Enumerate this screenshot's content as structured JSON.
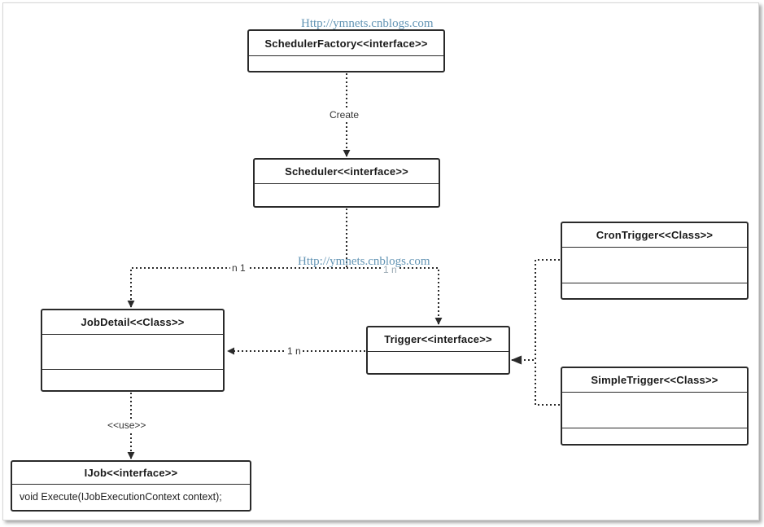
{
  "classes": {
    "scheduler_factory": {
      "title": "SchedulerFactory<<interface>>"
    },
    "scheduler": {
      "title": "Scheduler<<interface>>"
    },
    "job_detail": {
      "title": "JobDetail<<Class>>"
    },
    "trigger": {
      "title": "Trigger<<interface>>"
    },
    "cron_trigger": {
      "title": "CronTrigger<<Class>>"
    },
    "simple_trigger": {
      "title": "SimpleTrigger<<Class>>"
    },
    "ijob": {
      "title": "IJob<<interface>>",
      "method": "void Execute(IJobExecutionContext context);"
    }
  },
  "edges": {
    "factory_to_scheduler": "Create",
    "scheduler_to_jobdetail": "n 1",
    "scheduler_to_trigger": "1 n",
    "trigger_to_jobdetail": "1 n",
    "jobdetail_to_ijob": "<<use>>"
  },
  "watermark": "Http://ymnets.cnblogs.com",
  "colors": {
    "stroke": "#2a2a2a",
    "watermark": "#5b8fb0"
  }
}
